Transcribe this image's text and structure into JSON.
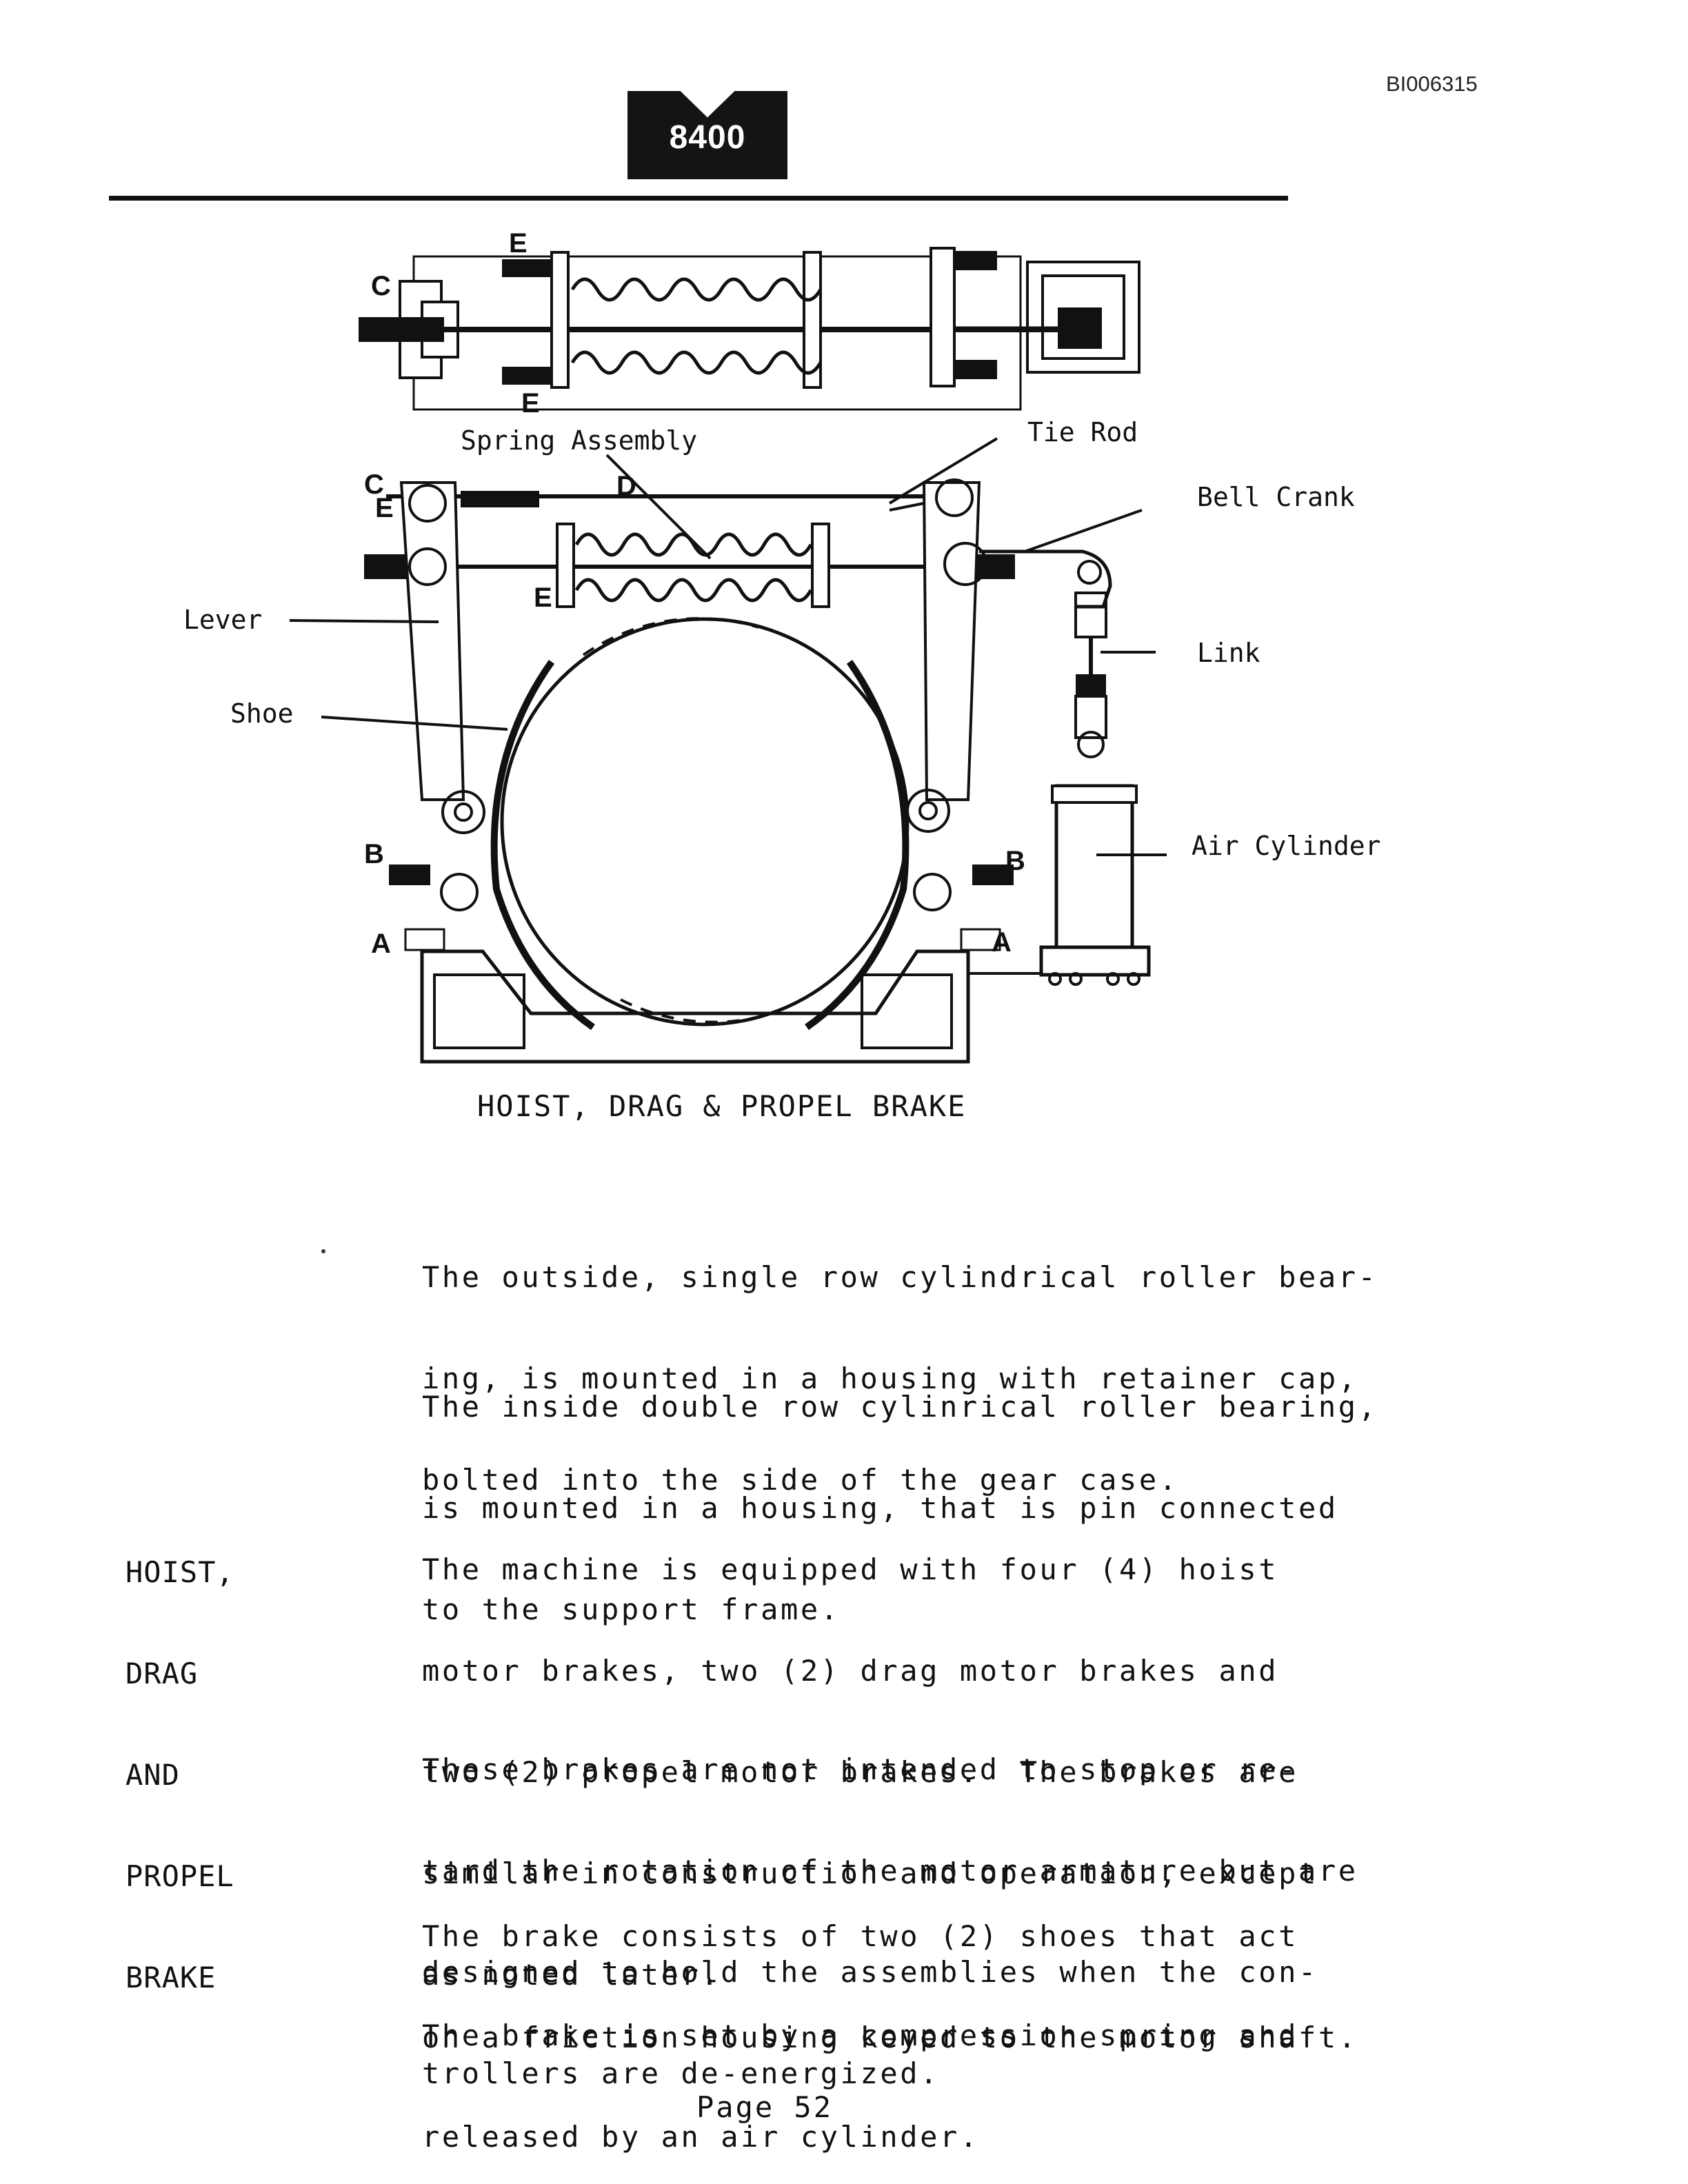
{
  "document_id": "BI006315",
  "header": {
    "logo_text": "8400"
  },
  "diagram": {
    "labels": {
      "c_top": "C",
      "e_top": "E",
      "e_bottom": "E",
      "spring_assembly": "Spring Assembly",
      "tie_rod": "Tie Rod",
      "bell_crank": "Bell Crank",
      "c_mid": "C",
      "e_mid": "E",
      "d": "D",
      "e_spring": "E",
      "lever": "Lever",
      "shoe": "Shoe",
      "link": "Link",
      "air_cylinder": "Air Cylinder",
      "b_left": "B",
      "b_right": "B",
      "a_left": "A",
      "a_right": "A"
    },
    "caption": "HOIST, DRAG & PROPEL BRAKE"
  },
  "body": {
    "paragraph_1": [
      "The outside, single row cylindrical roller bear-",
      "ing, is mounted in a housing with retainer cap,",
      "bolted into the side of the gear case."
    ],
    "paragraph_2": [
      "The inside double row cylinrical roller bearing,",
      "is mounted in a housing, that is pin connected",
      "to the support frame."
    ],
    "side_heading": [
      "HOIST,",
      "DRAG",
      "AND",
      "PROPEL",
      "BRAKE"
    ],
    "paragraph_3": [
      "The machine is equipped with four (4) hoist",
      "motor brakes, two (2) drag motor brakes and",
      "two (2) propel motor brakes.  The brakes are",
      "similar in construction and operation, except",
      "as noted later."
    ],
    "paragraph_4": [
      "These brakes are not intended to stop or re-",
      "tard the rotation of the motor armature but are",
      "designed to hold the assemblies when the con-",
      "trollers are de-energized."
    ],
    "paragraph_5": [
      "The brake consists of two (2) shoes that act",
      "on a friction housing keyed to the motor shaft."
    ],
    "paragraph_6": [
      "The brake is set by a compression spring and",
      "released by an air cylinder."
    ]
  },
  "footer": {
    "page": "Page 52"
  }
}
